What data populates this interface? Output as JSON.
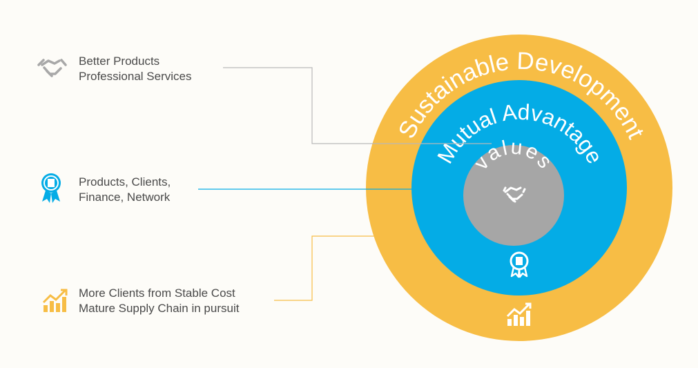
{
  "rings": {
    "outer_label": "Sustainable Development",
    "middle_label": "Mutual Advantage",
    "inner_label": "values"
  },
  "items": [
    {
      "icon": "handshake-icon",
      "line1": "Better Products",
      "line2": "Professional Services"
    },
    {
      "icon": "award-ribbon-icon",
      "line1": "Products, Clients,",
      "line2": "Finance, Network"
    },
    {
      "icon": "growth-chart-icon",
      "line1": "More Clients from Stable Cost",
      "line2": "Mature Supply Chain in pursuit"
    }
  ],
  "colors": {
    "background": "#fdfcf8",
    "outer_ring": "#f7bd45",
    "middle_ring": "#04ace6",
    "inner_circle": "#a6a6a6",
    "text": "#4a4a4a",
    "connector_gray": "#b8b8b8",
    "connector_blue": "#04ace6",
    "connector_yellow": "#f7bd45"
  }
}
